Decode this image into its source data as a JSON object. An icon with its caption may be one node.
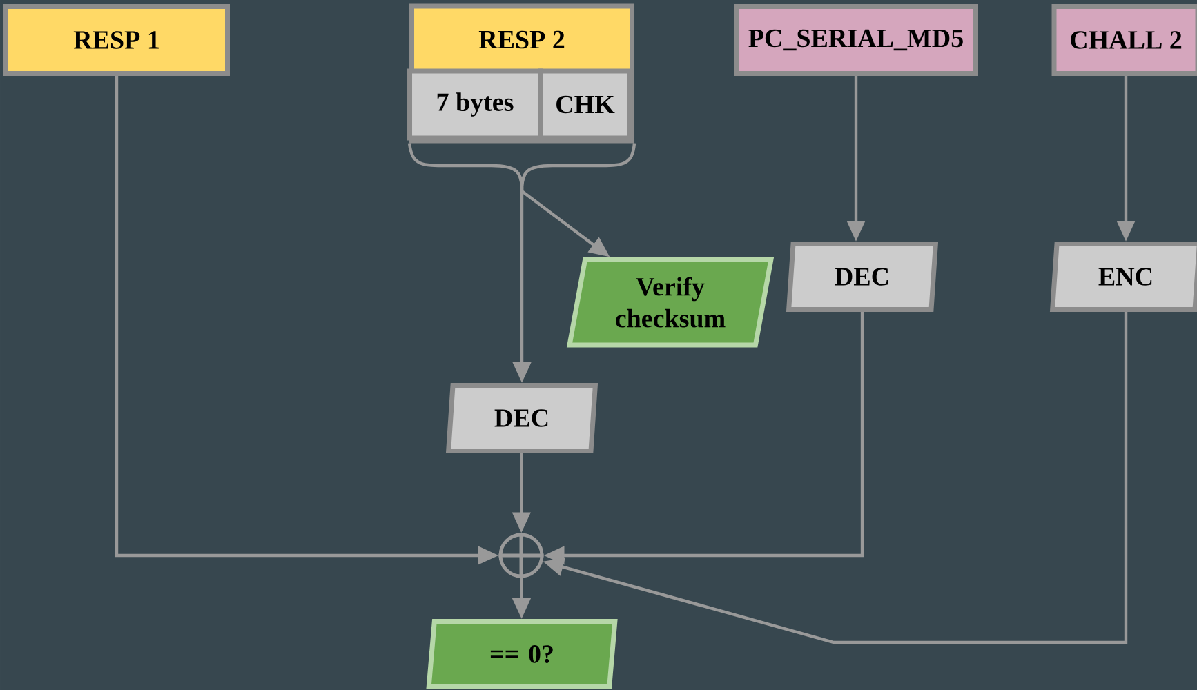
{
  "diagram": {
    "nodes": [
      {
        "text": [
          "RESP 1"
        ]
      },
      {
        "text": [
          "RESP 2"
        ]
      },
      {
        "text": [
          "7 bytes"
        ],
        "in": 1
      },
      {
        "text": [
          "CHK"
        ],
        "in": 1
      },
      {
        "text": [
          "PC_SERIAL_MD5"
        ]
      },
      {
        "text": [
          "CHALL 2"
        ]
      },
      {
        "text": [
          "Verify checksum"
        ]
      },
      {
        "text": [
          "DEC"
        ]
      },
      {
        "text": [
          "ENC"
        ]
      },
      {
        "text": [
          "DEC"
        ]
      },
      {
        "text": [],
        "shape": "circle"
      },
      {
        "text": [
          "== 0?"
        ]
      }
    ],
    "edges": [
      {
        "from": 0,
        "to": 10,
        "arrow": "to"
      },
      {
        "from": 1,
        "to": 9,
        "arrow": "to"
      },
      {
        "from": 1,
        "to": 6,
        "arrow": "to"
      },
      {
        "from": 4,
        "to": 7,
        "arrow": "to"
      },
      {
        "from": 5,
        "to": 8,
        "arrow": "to"
      },
      {
        "from": 7,
        "to": 10,
        "arrow": "to"
      },
      {
        "from": 8,
        "to": 10,
        "arrow": "to"
      },
      {
        "from": 9,
        "to": 10,
        "arrow": "to"
      },
      {
        "from": 10,
        "to": 11,
        "arrow": "to"
      }
    ]
  }
}
